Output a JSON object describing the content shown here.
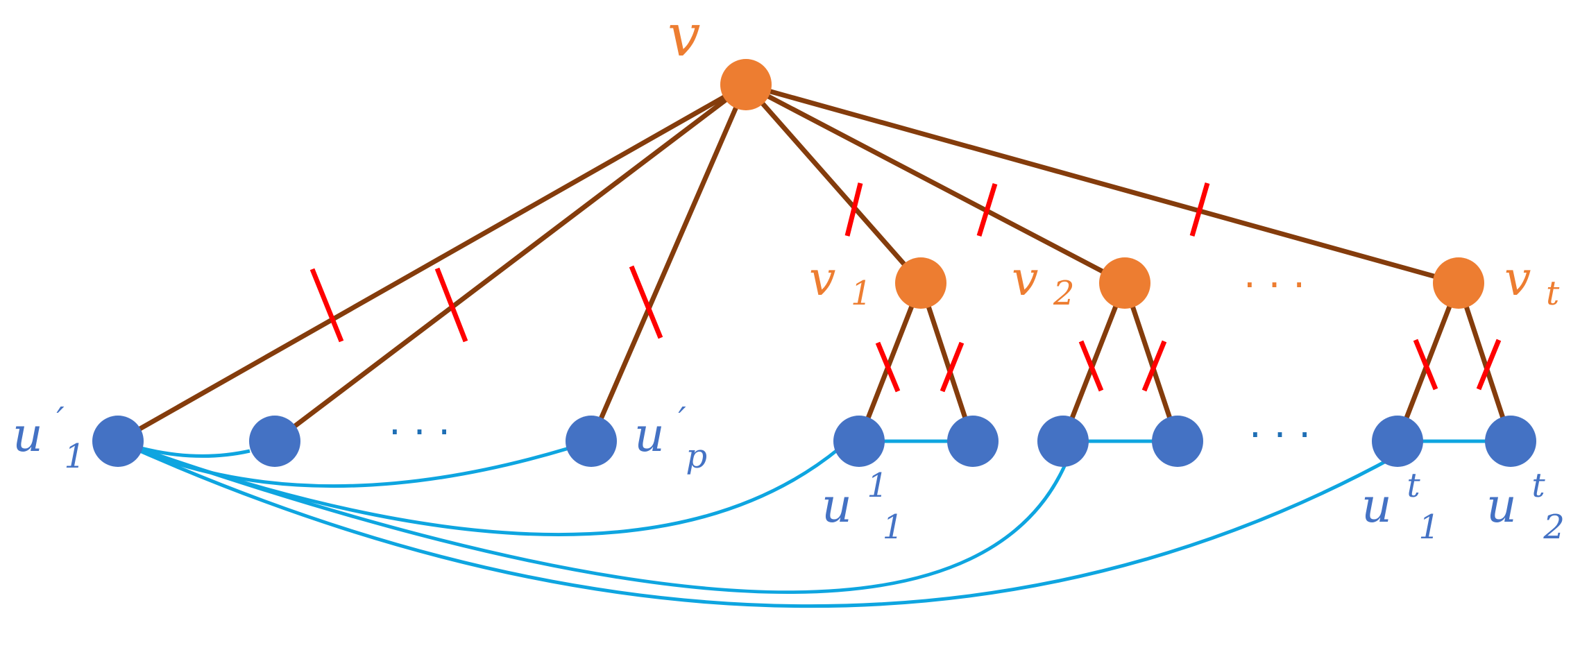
{
  "colors": {
    "tree_edge": "#843c0c",
    "cross_edge": "#0ea5e0",
    "cut_mark": "#ff0000",
    "orange_node": "#ed7d31",
    "blue_node": "#4472c4"
  },
  "labels": {
    "v": {
      "base": "v",
      "sub": "",
      "sup": ""
    },
    "v1": {
      "base": "v",
      "sub": "1",
      "sup": ""
    },
    "v2": {
      "base": "v",
      "sub": "2",
      "sup": ""
    },
    "vt": {
      "base": "v",
      "sub": "t",
      "sup": ""
    },
    "u1p": {
      "base": "u",
      "sub": "1",
      "sup": "′"
    },
    "upp": {
      "base": "u",
      "sub": "p",
      "sup": "′"
    },
    "u11": {
      "base": "u",
      "sub": "1",
      "sup": "1"
    },
    "u1t": {
      "base": "u",
      "sub": "1",
      "sup": "t"
    },
    "u2t": {
      "base": "u",
      "sub": "2",
      "sup": "t"
    }
  },
  "ellipses": {
    "orange": "· · ·",
    "blue_left": "· · ·",
    "blue_right": "· · ·"
  }
}
